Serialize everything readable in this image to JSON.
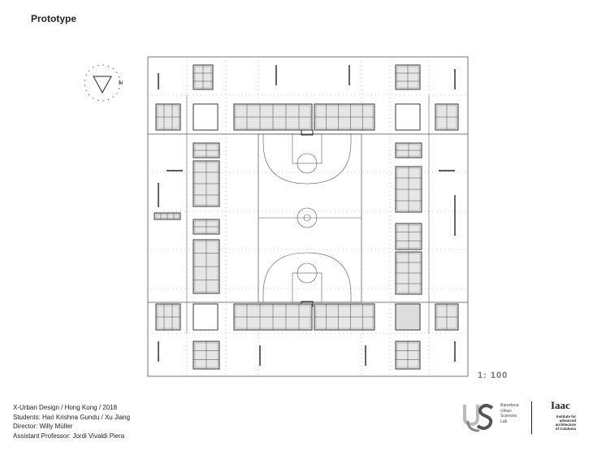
{
  "header": {
    "title": "Prototype"
  },
  "plan": {
    "scale_label": "1: 100",
    "icons": [
      "north-arrow-icon",
      "basketball-court",
      "room-module"
    ]
  },
  "credits": {
    "line1": "X-Urban Design / Hong Kong / 2018",
    "line2": "Students: Hari Krishna Gundu / Xu Jiang",
    "line3": "Director: Willy Müller",
    "line4": "Assistant Professor: Jordi Vivaldi Piera"
  },
  "logos": {
    "lab_line1": "Barcelona",
    "lab_line2": "Urban",
    "lab_line3": "Sciences",
    "lab_line4": "Lab",
    "iaac_mark": "Iaac",
    "iaac_line1": "Institute for",
    "iaac_line2": "advanced",
    "iaac_line3": "architecture",
    "iaac_line4": "of Catalonia"
  },
  "colors": {
    "line": "#555555",
    "dash": "#999999",
    "fill": "#e6e6e6"
  }
}
